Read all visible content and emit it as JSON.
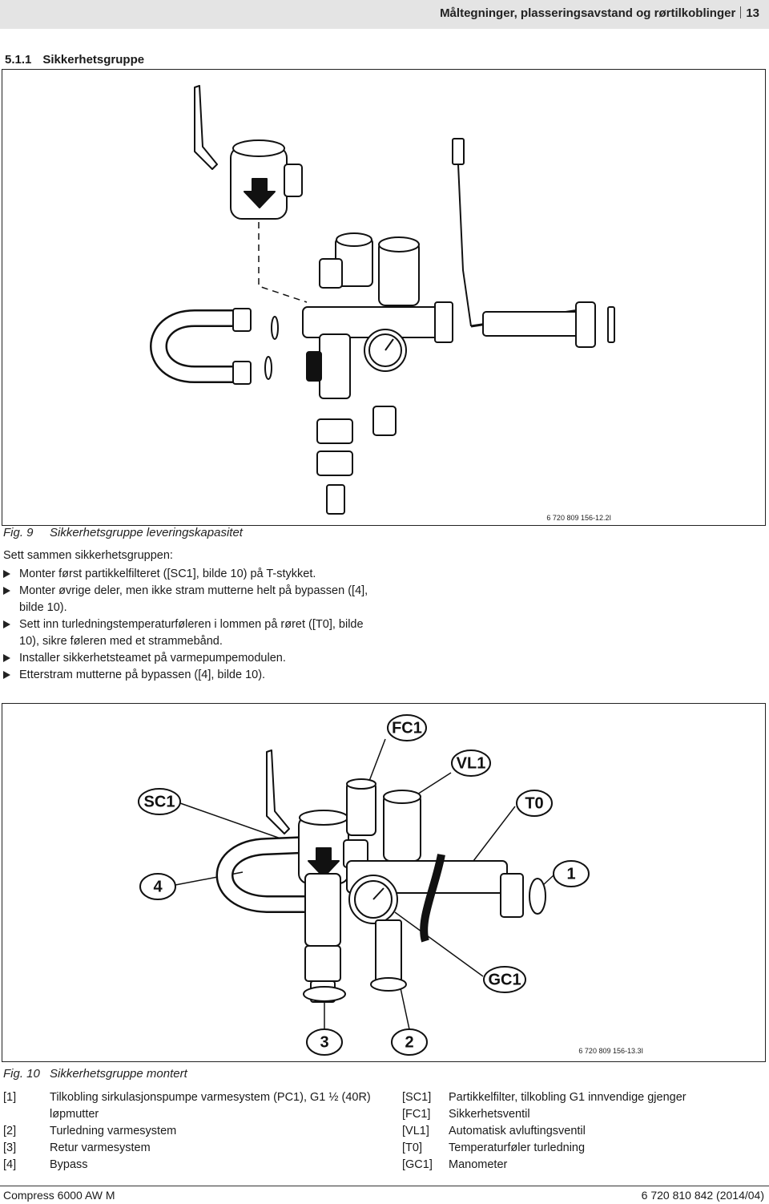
{
  "header": {
    "title": "Måltegninger, plasseringsavstand og rørtilkoblinger",
    "page_number": "13"
  },
  "section": {
    "number": "5.1.1",
    "title": "Sikkerhetsgruppe"
  },
  "fig9": {
    "code": "6 720 809 156-12.2I",
    "caption_num": "Fig. 9",
    "caption_text": "Sikkerhetsgruppe leveringskapasitet"
  },
  "instructions": {
    "intro": "Sett sammen sikkerhetsgruppen:",
    "steps": [
      "Monter først partikkelfilteret ([SC1], bilde 10) på T-stykket.",
      "Monter øvrige deler, men ikke stram mutterne helt på bypassen ([4], bilde 10).",
      "Sett inn turledningstemperaturføleren i lommen på røret ([T0], bilde 10), sikre føleren med et strammebånd.",
      "Installer sikkerhetsteamet på varmepumpemodulen.",
      "Etterstram mutterne på bypassen ([4], bilde 10)."
    ]
  },
  "fig10": {
    "code": "6 720 809 156-13.3I",
    "caption_num": "Fig. 10",
    "caption_text": "Sikkerhetsgruppe montert",
    "callouts": {
      "fc1": "FC1",
      "vl1": "VL1",
      "sc1": "SC1",
      "t0": "T0",
      "c4": "4",
      "c1": "1",
      "gc1": "GC1",
      "c3": "3",
      "c2": "2"
    }
  },
  "legend_left": [
    {
      "key": "[1]",
      "text": "Tilkobling sirkulasjonspumpe varmesystem (PC1), G1 ½ (40R) løpmutter"
    },
    {
      "key": "[2]",
      "text": "Turledning varmesystem"
    },
    {
      "key": "[3]",
      "text": "Retur varmesystem"
    },
    {
      "key": "[4]",
      "text": "Bypass"
    }
  ],
  "legend_right": [
    {
      "key": "[SC1]",
      "text": "Partikkelfilter, tilkobling G1 innvendige gjenger"
    },
    {
      "key": "[FC1]",
      "text": "Sikkerhetsventil"
    },
    {
      "key": "[VL1]",
      "text": "Automatisk avluftingsventil"
    },
    {
      "key": "[T0]",
      "text": "Temperaturføler turledning"
    },
    {
      "key": "[GC1]",
      "text": "Manometer"
    }
  ],
  "footer": {
    "left": "Compress 6000 AW M",
    "right": "6 720 810 842 (2014/04)"
  }
}
